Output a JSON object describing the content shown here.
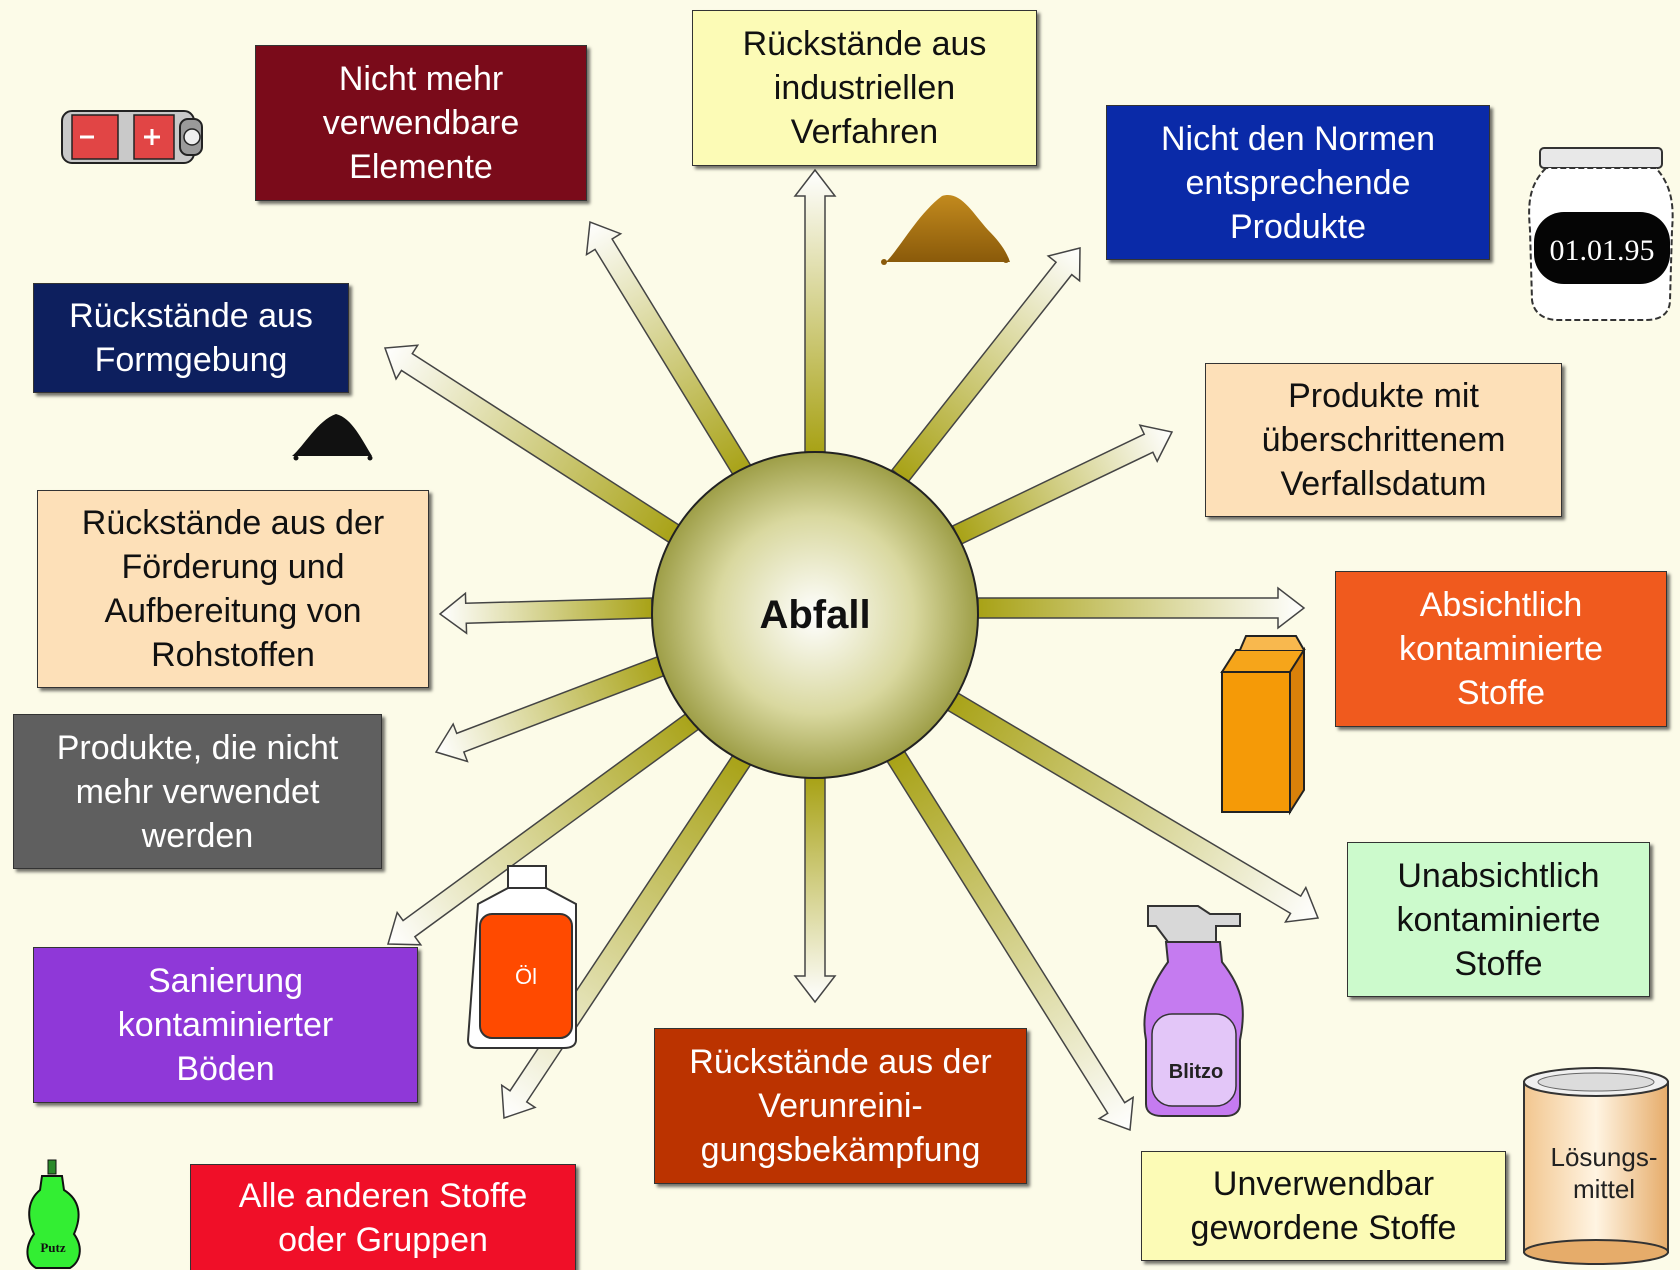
{
  "center": {
    "label": "Abfall"
  },
  "categories": [
    {
      "id": "nicht-mehr-verwendbare-elemente",
      "text": "Nicht mehr\nverwendbare\nElemente",
      "bg": "#7a0b1a",
      "fg": "#ffffff"
    },
    {
      "id": "rueckstaende-industrielle-verfahren",
      "text": "Rückstände aus\nindustriellen\nVerfahren",
      "bg": "#fcfbb6",
      "fg": "#111111"
    },
    {
      "id": "nicht-normgerechte-produkte",
      "text": "Nicht den Normen\nentsprechende\nProdukte",
      "bg": "#0a2aa8",
      "fg": "#ffffff"
    },
    {
      "id": "rueckstaende-formgebung",
      "text": "Rückstände aus\nFormgebung",
      "bg": "#0d1f5e",
      "fg": "#ffffff"
    },
    {
      "id": "produkte-verfallsdatum",
      "text": "Produkte mit\nüberschrittenem\nVerfallsdatum",
      "bg": "#fde0b8",
      "fg": "#111111"
    },
    {
      "id": "rueckstaende-foerderung-rohstoffe",
      "text": "Rückstände aus der\nFörderung und\nAufbereitung von\nRohstoffen",
      "bg": "#fde0b8",
      "fg": "#111111"
    },
    {
      "id": "absichtlich-kontaminierte-stoffe",
      "text": "Absichtlich\nkontaminierte\nStoffe",
      "bg": "#f05a1e",
      "fg": "#ffffff"
    },
    {
      "id": "nicht-mehr-verwendete-produkte",
      "text": "Produkte, die nicht\nmehr verwendet\nwerden",
      "bg": "#5f5f5f",
      "fg": "#ffffff"
    },
    {
      "id": "unabsichtlich-kontaminierte-stoffe",
      "text": "Unabsichtlich\nkontaminierte\nStoffe",
      "bg": "#ccfacc",
      "fg": "#111111"
    },
    {
      "id": "sanierung-boeden",
      "text": "Sanierung\nkontaminierter\nBöden",
      "bg": "#8f38d8",
      "fg": "#ffffff"
    },
    {
      "id": "rueckstaende-verunreinigungsbekaempfung",
      "text": "Rückstände aus der\nVerunreini-\ngungsbekämpfung",
      "bg": "#bb3300",
      "fg": "#ffffff"
    },
    {
      "id": "unverwendbare-stoffe",
      "text": "Unverwendbar\ngewordene Stoffe",
      "bg": "#fcfbb6",
      "fg": "#111111"
    },
    {
      "id": "andere-stoffe",
      "text": "Alle anderen Stoffe\noder Gruppen",
      "bg": "#f00f28",
      "fg": "#ffffff"
    }
  ],
  "icons": {
    "battery": "battery-icon",
    "brown_pile": "brown-powder-pile-icon",
    "jar": "jar-icon",
    "black_pile": "black-powder-pile-icon",
    "carton": "carton-icon",
    "oil_bottle": "oil-bottle-icon",
    "spray": "spray-bottle-icon",
    "can": "solvent-can-icon",
    "putz_bottle": "cleaner-bottle-icon"
  },
  "icon_labels": {
    "jar_date": "01.01.95",
    "oil": "Öl",
    "spray": "Blitzo",
    "can": "Lösungs-\nmittel",
    "putz": "Putz"
  }
}
